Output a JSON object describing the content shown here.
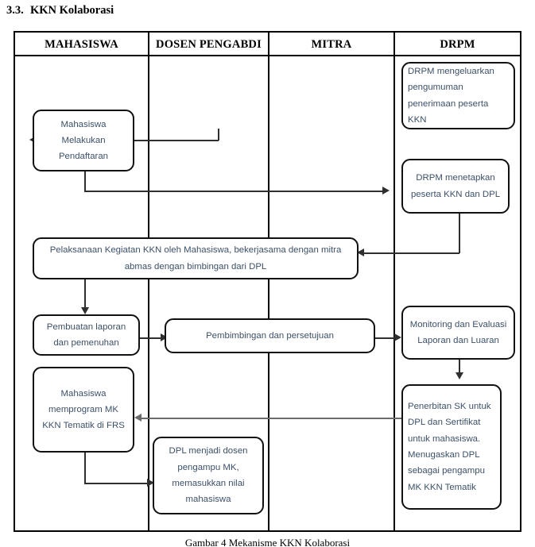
{
  "heading": {
    "number": "3.3.",
    "text": "KKN Kolaborasi"
  },
  "diagram": {
    "caption": "Gambar 4 Mekanisme KKN Kolaborasi",
    "columns": [
      {
        "id": "mahasiswa",
        "label": "MAHASISWA"
      },
      {
        "id": "dosen-pengabdi",
        "label": "DOSEN PENGABDI"
      },
      {
        "id": "mitra",
        "label": "MITRA"
      },
      {
        "id": "drpm",
        "label": "DRPM"
      }
    ],
    "nodes": [
      {
        "id": "drpm-pengumuman",
        "column": "drpm",
        "text": "DRPM mengeluarkan pengumuman penerimaan peserta KKN"
      },
      {
        "id": "mahasiswa-daftar",
        "column": "mahasiswa",
        "text": "Mahasiswa Melakukan Pendaftaran"
      },
      {
        "id": "drpm-menetapkan",
        "column": "drpm",
        "text": "DRPM menetapkan peserta KKN dan DPL"
      },
      {
        "id": "pelaksanaan-kkn",
        "column": "span-mahasiswa-mitra",
        "text": "Pelaksanaan Kegiatan KKN oleh Mahasiswa, bekerjasama dengan mitra abmas dengan bimbingan dari DPL"
      },
      {
        "id": "pembuatan-laporan",
        "column": "mahasiswa",
        "text": "Pembuatan laporan dan pemenuhan"
      },
      {
        "id": "pembimbingan",
        "column": "span-dosen-mitra",
        "text": "Pembimbingan dan persetujuan"
      },
      {
        "id": "monitoring-evaluasi",
        "column": "drpm",
        "text": "Monitoring dan Evaluasi Laporan dan Luaran"
      },
      {
        "id": "mahasiswa-frs",
        "column": "mahasiswa",
        "text": "Mahasiswa memprogram MK KKN Tematik di FRS"
      },
      {
        "id": "dpl-dosen",
        "column": "dosen-pengabdi",
        "text": "DPL menjadi dosen pengampu MK, memasukkan nilai mahasiswa"
      },
      {
        "id": "penerbitan-sk",
        "column": "drpm",
        "text": "Penerbitan SK untuk DPL dan Sertifikat untuk mahasiswa. Menugaskan DPL sebagai pengampu MK KKN Tematik"
      }
    ],
    "colors": {
      "node_text": "#3c5068",
      "node_border": "#111111",
      "table_border": "#000000",
      "connector": "#2f2f2f",
      "connector_gray": "#6b6b6b"
    }
  }
}
